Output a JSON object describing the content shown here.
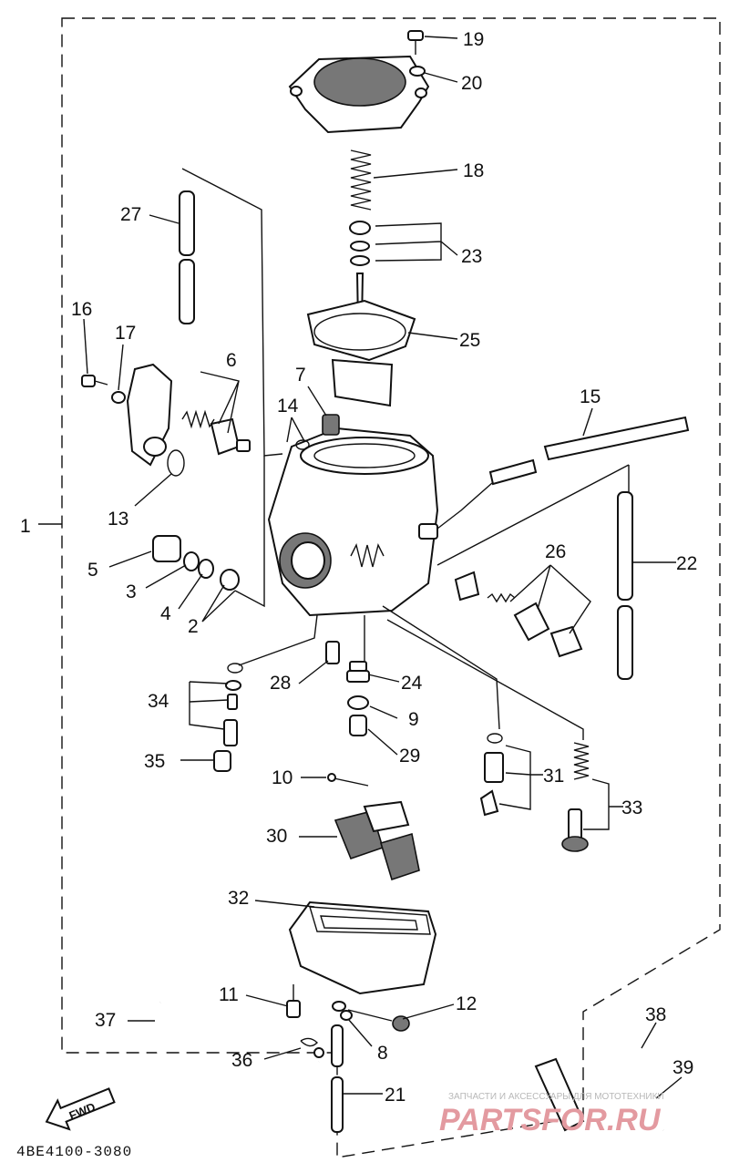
{
  "labels": {
    "p1": "1",
    "p2": "2",
    "p3": "3",
    "p4": "4",
    "p5": "5",
    "p6": "6",
    "p7": "7",
    "p8": "8",
    "p9": "9",
    "p10": "10",
    "p11": "11",
    "p12": "12",
    "p13": "13",
    "p14": "14",
    "p15": "15",
    "p16": "16",
    "p17": "17",
    "p18": "18",
    "p19": "19",
    "p20": "20",
    "p21": "21",
    "p22": "22",
    "p23": "23",
    "p24": "24",
    "p25": "25",
    "p26": "26",
    "p27": "27",
    "p28": "28",
    "p29": "29",
    "p30": "30",
    "p31": "31",
    "p32": "32",
    "p33": "33",
    "p34": "34",
    "p35": "35",
    "p36": "36",
    "p37": "37",
    "p38": "38",
    "p39": "39"
  },
  "fwd_arrow": "FWD",
  "diagram_code": "4BE4100-3080",
  "watermark": {
    "tagline": "ЗАПЧАСТИ И АКСЕССУАРЫ ДЛЯ МОТОТЕХНИКИ",
    "brand": "PARTSFOR.RU"
  }
}
